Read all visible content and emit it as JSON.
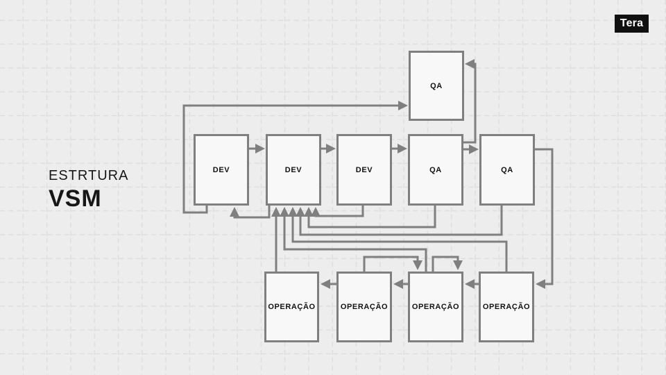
{
  "slide": {
    "title_line1": "ESTRTURA",
    "title_line2": "VSM"
  },
  "logo": {
    "text": "Tera"
  },
  "diagram": {
    "boxes": [
      {
        "id": "qa-top",
        "label": "QA"
      },
      {
        "id": "dev-1",
        "label": "DEV"
      },
      {
        "id": "dev-2",
        "label": "DEV"
      },
      {
        "id": "dev-3",
        "label": "DEV"
      },
      {
        "id": "qa-1",
        "label": "QA"
      },
      {
        "id": "qa-2",
        "label": "QA"
      },
      {
        "id": "op-1",
        "label": "OPERAÇÃO"
      },
      {
        "id": "op-2",
        "label": "OPERAÇÃO"
      },
      {
        "id": "op-3",
        "label": "OPERAÇÃO"
      },
      {
        "id": "op-4",
        "label": "OPERAÇÃO"
      }
    ],
    "edges": [
      {
        "from": "dev-1",
        "to": "dev-2"
      },
      {
        "from": "dev-2",
        "to": "dev-3"
      },
      {
        "from": "dev-3",
        "to": "qa-1"
      },
      {
        "from": "qa-1",
        "to": "qa-2"
      },
      {
        "from": "qa-1",
        "to": "qa-top"
      },
      {
        "from": "dev-1",
        "to": "qa-top"
      },
      {
        "from": "dev-2",
        "to": "dev-1"
      },
      {
        "from": "dev-3",
        "to": "dev-2"
      },
      {
        "from": "qa-1",
        "to": "dev-2"
      },
      {
        "from": "qa-2",
        "to": "dev-2"
      },
      {
        "from": "op-4",
        "to": "dev-2"
      },
      {
        "from": "op-3",
        "to": "dev-2"
      },
      {
        "from": "op-1",
        "to": "dev-2"
      },
      {
        "from": "qa-2",
        "to": "op-4"
      },
      {
        "from": "op-4",
        "to": "op-3"
      },
      {
        "from": "op-3",
        "to": "op-2"
      },
      {
        "from": "op-2",
        "to": "op-1"
      },
      {
        "from": "op-2",
        "to": "op-3"
      },
      {
        "from": "op-3",
        "to": "op-3"
      }
    ]
  },
  "colors": {
    "background": "#ecedec",
    "grid": "#dcdddd",
    "box_fill": "#f8f8f8",
    "box_border": "#7f7f7f",
    "connector": "#7f7f7f",
    "text": "#161616",
    "logo_bg": "#101010",
    "logo_text": "#ffffff"
  }
}
